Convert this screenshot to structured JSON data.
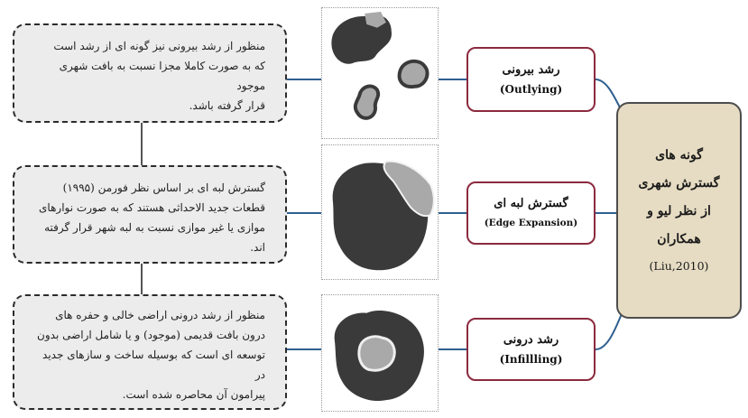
{
  "center": {
    "lines": [
      "گونه های",
      "گسترش شهری",
      "از نظر لیو و",
      "همکاران"
    ],
    "citation": "(Liu,2010)"
  },
  "types": [
    {
      "fa": "رشد بیرونی",
      "en": "(Outlying)"
    },
    {
      "fa": "گسترش لبه ای",
      "en": "(Edge Expansion)"
    },
    {
      "fa": "رشد درونی",
      "en": "(Infillling)"
    }
  ],
  "descriptions": [
    {
      "lines": [
        "منظور از رشد بیرونی نیز گونه ای از رشد است",
        "که به صورت کاملا مجزا نسبت به بافت شهری موجود",
        "قرار گرفته باشد."
      ]
    },
    {
      "lines": [
        "گسترش لبه ای بر اساس نظر فورمن (۱۹۹۵)",
        "قطعات جدید الاحداثی هستند که به صورت نوارهای",
        "موازی یا غیر موازی نسبت به لبه شهر قرار گرفته اند."
      ]
    },
    {
      "lines": [
        "منظور از رشد درونی اراضی خالی و حفره های",
        "درون بافت قدیمی (موجود) و یا شامل اراضی بدون",
        "توسعه ای است که بوسیله ساخت و سازهای جدید در",
        "پیرامون آن محاصره شده است."
      ]
    }
  ],
  "colors": {
    "type_border": "#8b2a3e",
    "center_fill": "#e6dcc3",
    "connector_line": "#2f5f8f",
    "existing_urban": "#3a3a3a",
    "new_growth": "#a9a9a9"
  }
}
